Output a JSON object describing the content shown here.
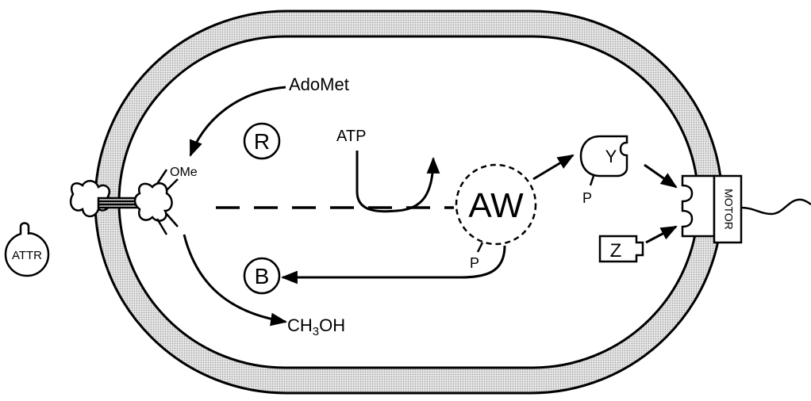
{
  "labels": {
    "adomet": "AdoMet",
    "ome": "OMe",
    "r": "R",
    "atp": "ATP",
    "aw": "AW",
    "p_aw": "P",
    "b": "B",
    "ch3oh_pre": "CH",
    "ch3oh_sub": "3",
    "ch3oh_post": "OH",
    "y": "Y",
    "p_y": "P",
    "z": "Z",
    "motor": "MOTOR",
    "attr": "ATTR"
  },
  "colors": {
    "ink": "#000000",
    "membrane": "#c8c8c8",
    "background": "#ffffff"
  }
}
